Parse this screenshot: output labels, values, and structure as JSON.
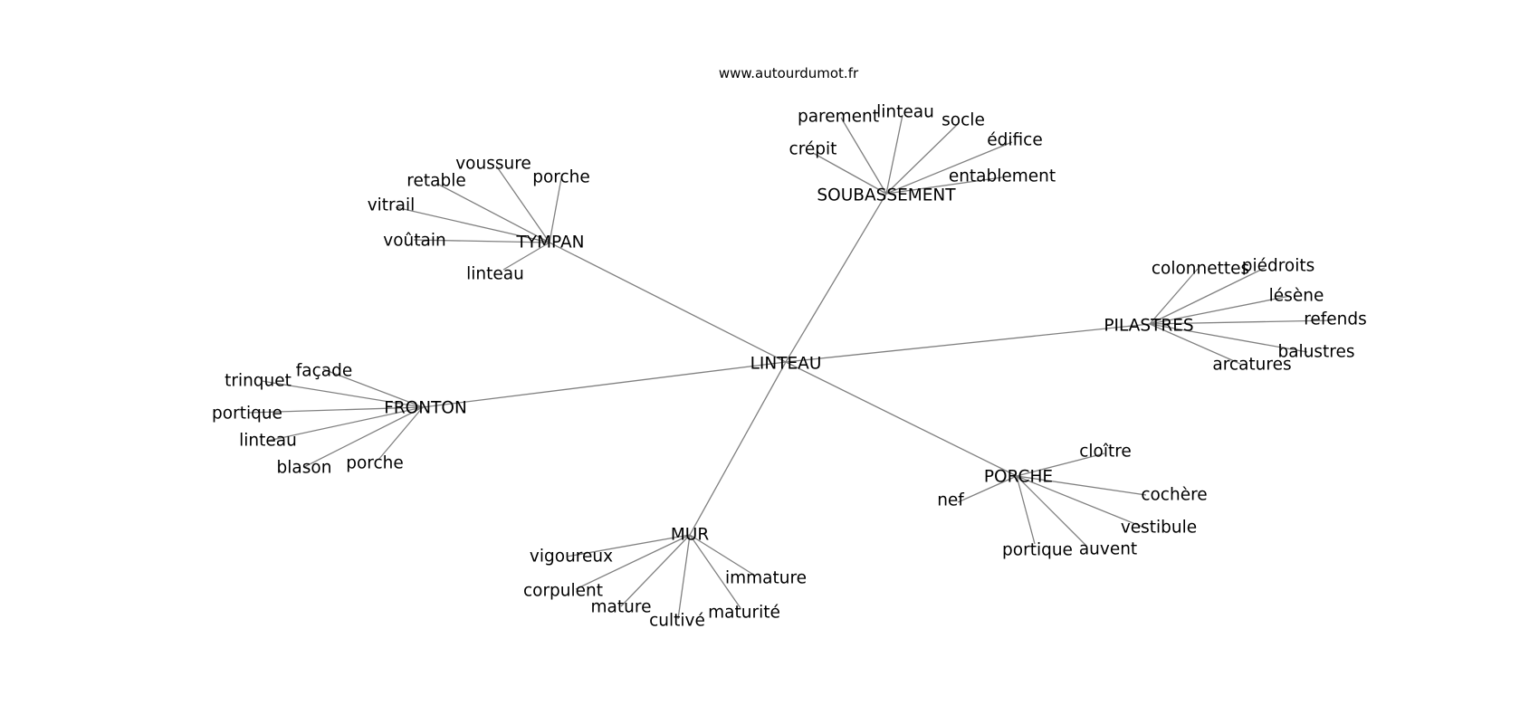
{
  "source": "www.autourdumot.fr",
  "diagram": {
    "type": "word-association-graph",
    "center": "LINTEAU",
    "groups": [
      {
        "hub": "TYMPAN",
        "words": [
          "voussure",
          "porche",
          "retable",
          "vitrail",
          "voûtain",
          "linteau"
        ]
      },
      {
        "hub": "SOUBASSEMENT",
        "words": [
          "parement",
          "linteau",
          "socle",
          "édifice",
          "crépit",
          "entablement"
        ]
      },
      {
        "hub": "PILASTRES",
        "words": [
          "colonnettes",
          "piédroits",
          "lésène",
          "refends",
          "balustres",
          "arcatures"
        ]
      },
      {
        "hub": "FRONTON",
        "words": [
          "façade",
          "trinquet",
          "portique",
          "linteau",
          "blason",
          "porche"
        ]
      },
      {
        "hub": "PORCHE",
        "words": [
          "cloître",
          "cochère",
          "nef",
          "vestibule",
          "portique",
          "auvent"
        ]
      },
      {
        "hub": "MUR",
        "words": [
          "vigoureux",
          "immature",
          "corpulent",
          "mature",
          "maturité",
          "cultivé"
        ]
      }
    ]
  }
}
